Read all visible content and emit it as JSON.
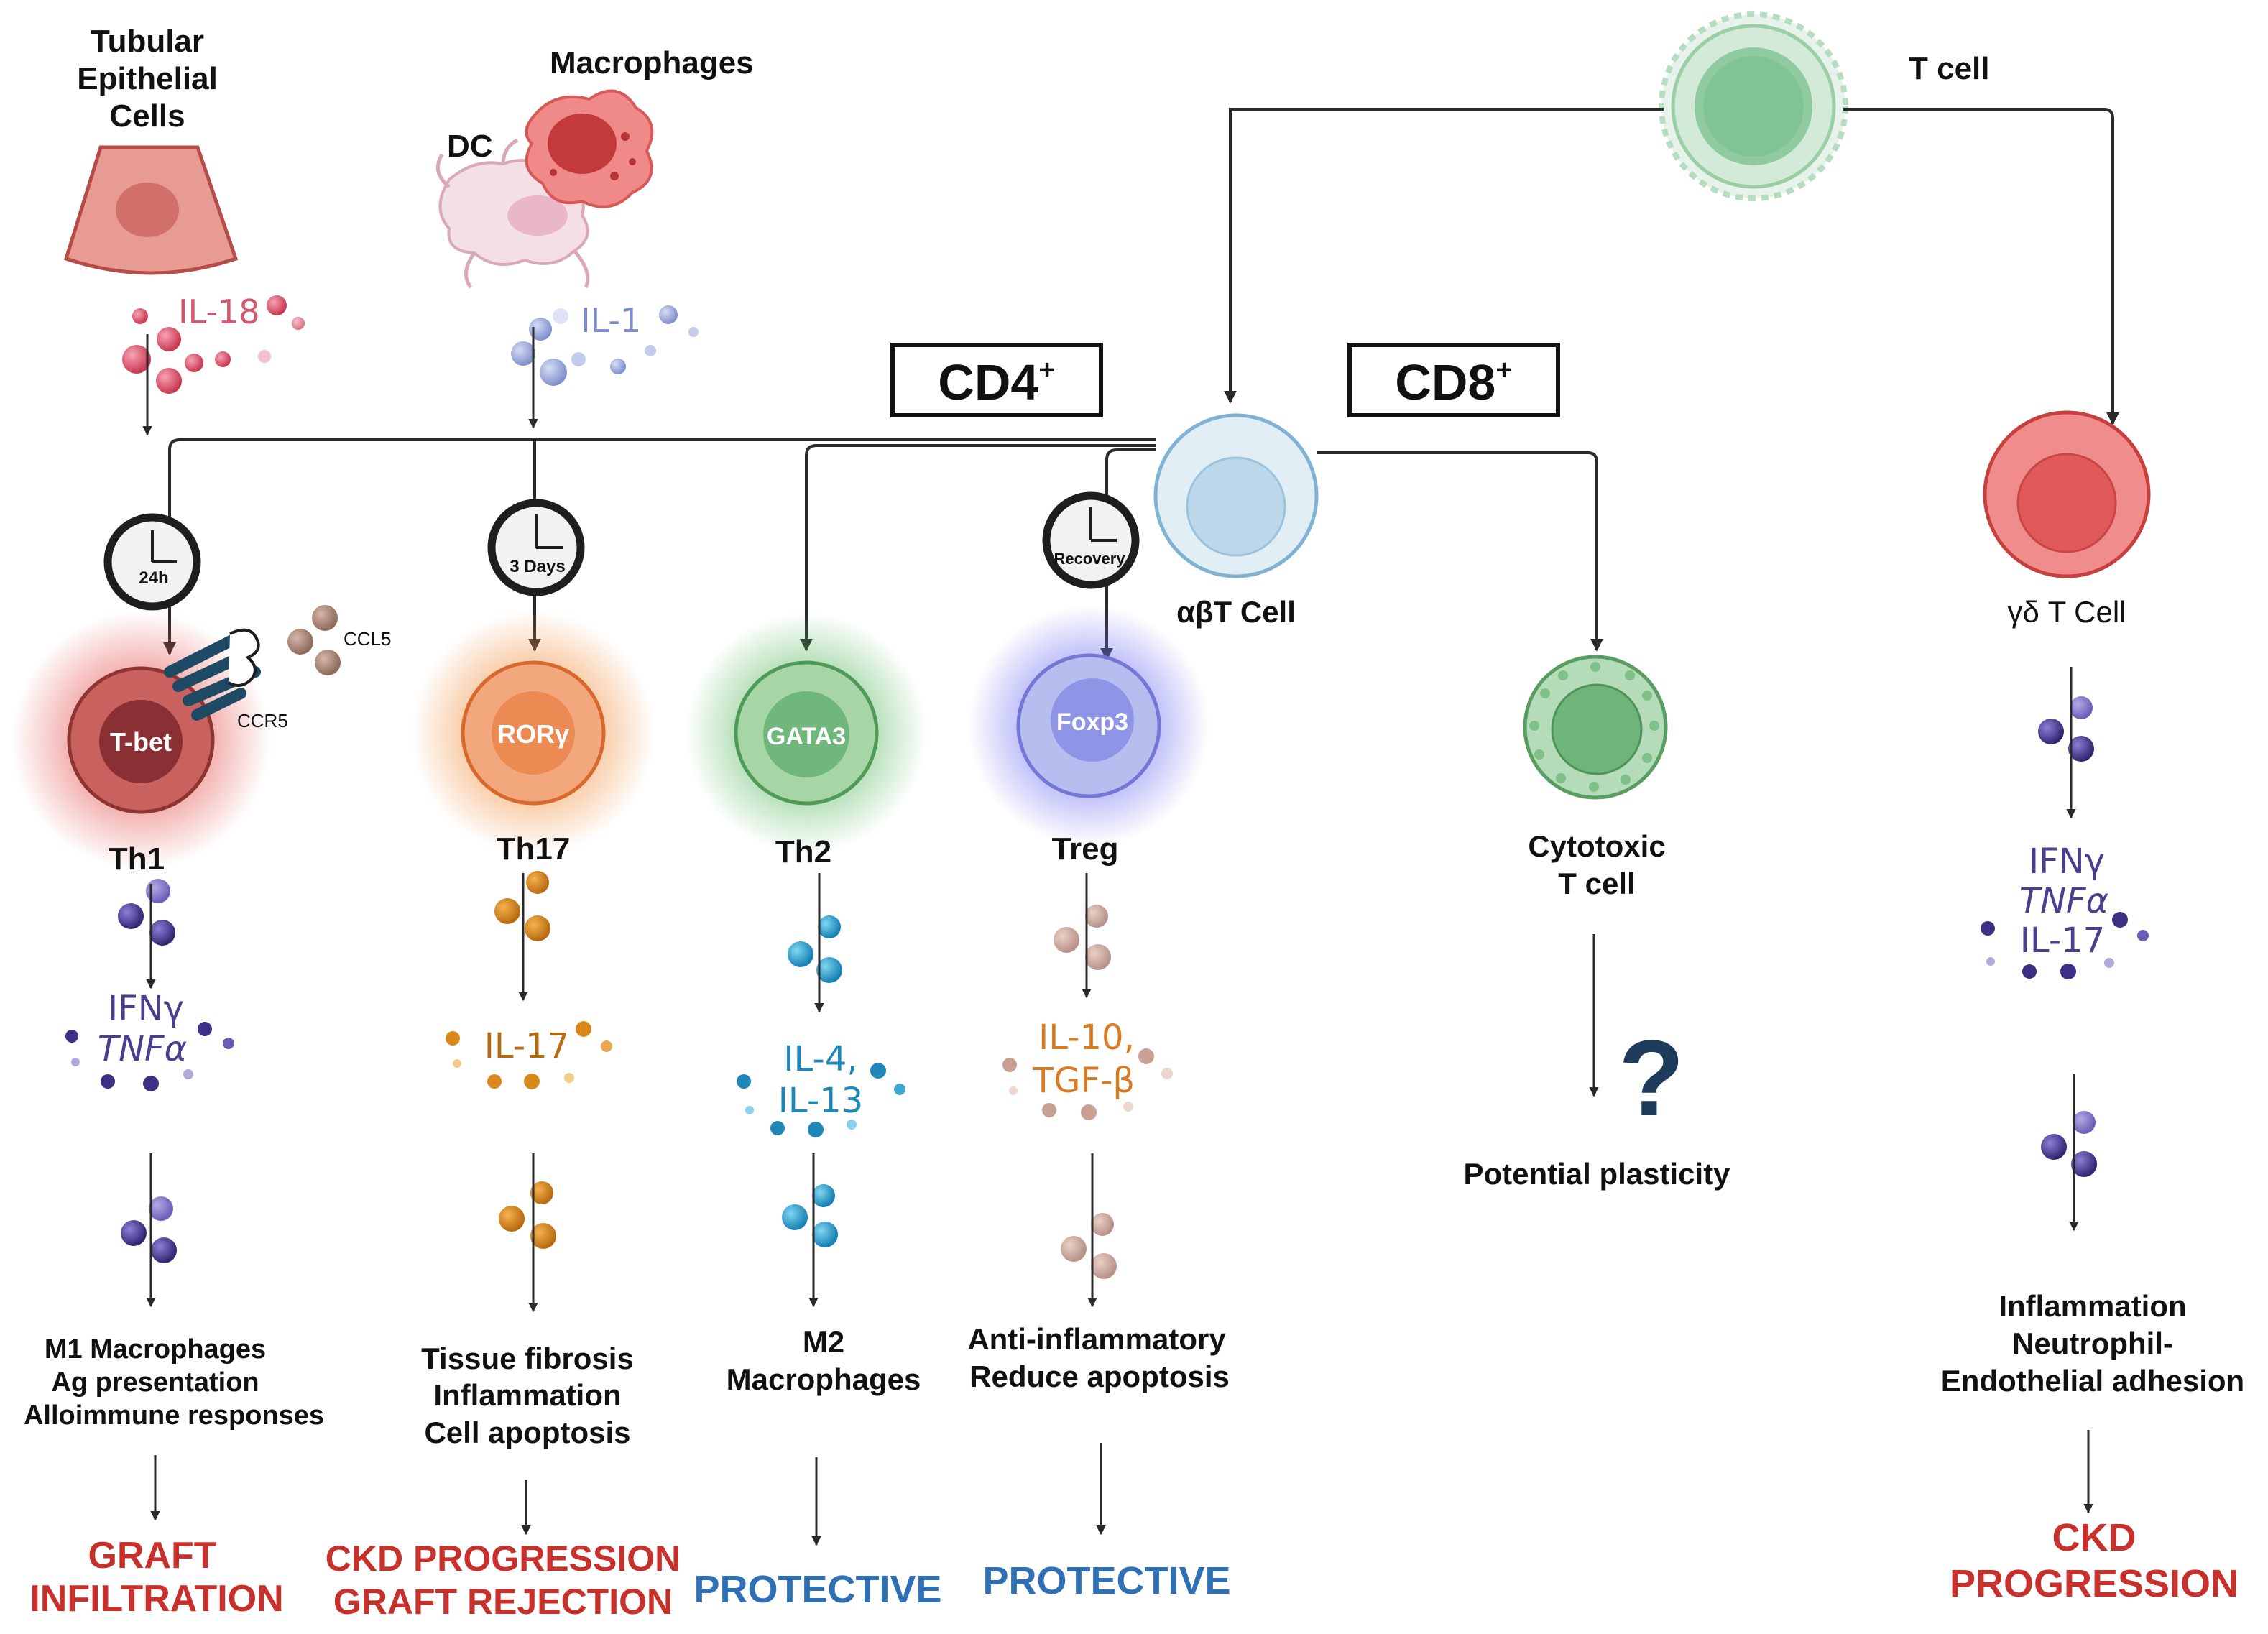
{
  "colors": {
    "danger": "#c8302c",
    "protective": "#2f6fb5",
    "th1_cytokine": "#4a3f8f",
    "th17_cytokine": "#b36a12",
    "th2_cytokine": "#1f88b8",
    "treg_cytokine": "#d97b22",
    "il18": "#d4586d",
    "il1": "#7c8ac8"
  },
  "sources": {
    "tubular": {
      "line1": "Tubular",
      "line2": "Epithelial",
      "line3": "Cells"
    },
    "macrophages": "Macrophages",
    "dc": "DC",
    "tcell": "T cell"
  },
  "cytokines": {
    "il18": "IL-18",
    "il1": "IL-1"
  },
  "boxes": {
    "cd4": "CD4",
    "cd4_sup": "+",
    "cd8": "CD8",
    "cd8_sup": "+"
  },
  "cells": {
    "ab": "αβT Cell",
    "gd": "γδ T Cell"
  },
  "chemokines": {
    "ccl5": "CCL5",
    "ccr5": "CCR5"
  },
  "lineages": [
    {
      "id": "th1",
      "clock": "24h",
      "tf": "T-bet",
      "name": "Th1",
      "cytokines": [
        "IFNγ",
        "TNFα"
      ],
      "effects": [
        "M1 Macrophages",
        "Ag presentation",
        "Alloimmune responses"
      ],
      "outcome": [
        "GRAFT",
        "INFILTRATION"
      ]
    },
    {
      "id": "th17",
      "clock": "3 Days",
      "tf": "RORγ",
      "name": "Th17",
      "cytokines": [
        "IL-17"
      ],
      "effects": [
        "Tissue fibrosis",
        "Inflammation",
        "Cell apoptosis"
      ],
      "outcome": [
        "CKD PROGRESSION",
        "GRAFT REJECTION"
      ]
    },
    {
      "id": "th2",
      "tf": "GATA3",
      "name": "Th2",
      "cytokines": [
        "IL-4,",
        "IL-13"
      ],
      "effects": [
        "M2",
        "Macrophages"
      ],
      "outcome": [
        "PROTECTIVE"
      ]
    },
    {
      "id": "treg",
      "clock": "Recovery",
      "tf": "Foxp3",
      "name": "Treg",
      "cytokines": [
        "IL-10,",
        "TGF-β"
      ],
      "effects": [
        "Anti-inflammatory",
        "Reduce apoptosis"
      ],
      "outcome": [
        "PROTECTIVE"
      ]
    }
  ],
  "cytotoxic": {
    "name": [
      "Cytotoxic",
      "T cell"
    ],
    "question": "?",
    "note": "Potential plasticity"
  },
  "gammadelta": {
    "cytokines": [
      "IFNγ",
      "TNFα",
      "IL-17"
    ],
    "effects": [
      "Inflammation",
      "Neutrophil-",
      "Endothelial adhesion"
    ],
    "outcome": [
      "CKD",
      "PROGRESSION"
    ]
  }
}
